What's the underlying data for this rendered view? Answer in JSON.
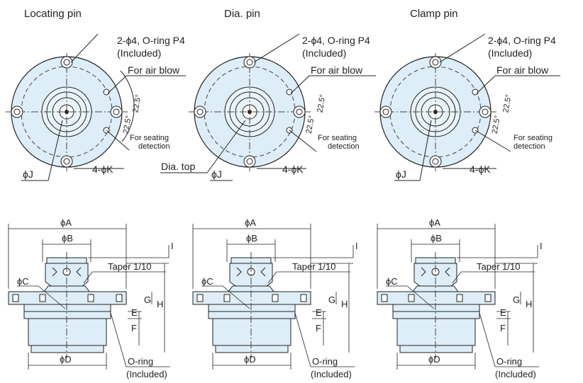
{
  "views": [
    {
      "title": "Locating pin",
      "oring_note_1": "2-ϕ4, O-ring P4",
      "oring_note_2": "(Included)",
      "air_blow": "For air blow",
      "seat_1": "For seating",
      "seat_2": "detection",
      "hole_k": "4-ϕK",
      "dia_j": "ϕJ",
      "angle_1": "22.5°",
      "angle_2": "22.5°",
      "dia_top": ""
    },
    {
      "title": "Dia. pin",
      "oring_note_1": "2-ϕ4, O-ring P4",
      "oring_note_2": "(Included)",
      "air_blow": "For air blow",
      "seat_1": "For seating",
      "seat_2": "detection",
      "hole_k": "4-ϕK",
      "dia_j": "ϕJ",
      "angle_1": "22.5°",
      "angle_2": "22.5°",
      "dia_top": "Dia. top"
    },
    {
      "title": "Clamp pin",
      "oring_note_1": "2-ϕ4, O-ring P4",
      "oring_note_2": "(Included)",
      "air_blow": "For air blow",
      "seat_1": "For seating",
      "seat_2": "detection",
      "hole_k": "4-ϕK",
      "dia_j": "ϕJ",
      "angle_1": "22.5°",
      "angle_2": "22.5°",
      "dia_top": ""
    }
  ],
  "side": {
    "dim_a": "ϕA",
    "dim_b": "ϕB",
    "dim_c": "ϕC",
    "dim_d": "ϕD",
    "dim_e": "E",
    "dim_f": "F",
    "dim_g": "G",
    "dim_h": "H",
    "dim_i": "I",
    "taper": "Taper 1/10",
    "oring_1": "O-ring",
    "oring_2": "(Included)"
  },
  "colors": {
    "fill": "#ddeef8",
    "line": "#222222",
    "dash": "#444444"
  }
}
